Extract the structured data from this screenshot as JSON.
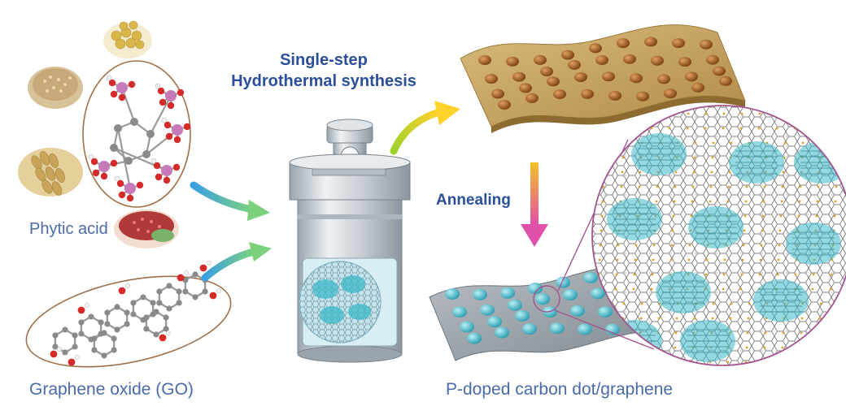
{
  "labels": {
    "phytic_acid": "Phytic acid",
    "graphene_oxide": "Graphene oxide (GO)",
    "step_line1": "Single-step",
    "step_line2": "Hydrothermal synthesis",
    "annealing": "Annealing",
    "product": "P-doped carbon dot/graphene"
  },
  "colors": {
    "label_text": "#4a6aa8",
    "title_text": "#2b4f9a",
    "ellipse_outline": "#a0704a",
    "carbon_atom": "#8a8a8a",
    "oxygen_atom": "#d42a2a",
    "phosphorus_atom": "#c77ab8",
    "hydrogen_atom": "#f2f2f2",
    "arrow_gradient_start": "#3aa0e0",
    "arrow_gradient_end": "#7cd27c",
    "arrow_yellow_start": "#9bd12a",
    "arrow_yellow_end": "#ffd22a",
    "arrow_pink_start": "#f3c02a",
    "arrow_pink_end": "#e04fa8",
    "sheet_tan": "#c9a76a",
    "dot_brown": "#9a5a22",
    "dot_cyan": "#3cb8c8",
    "zoom_ring": "#a3558f"
  },
  "icons": [
    "soybean-bowl-icon",
    "sesame-bowl-icon",
    "wheat-icon",
    "rice-bran-icon",
    "phytic-acid-molecule",
    "graphene-oxide-molecule",
    "autoclave-reactor",
    "tan-wavy-sheet",
    "gray-wavy-sheet",
    "zoom-lattice"
  ]
}
